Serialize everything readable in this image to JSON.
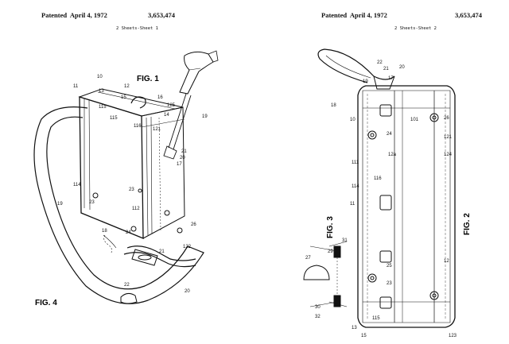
{
  "sheet1": {
    "patented": "Patented",
    "date": "April 4, 1972",
    "patent_number": "3,653,474",
    "sheet_label": "2 Sheets-Sheet 1",
    "fig1": "FIG. 1",
    "fig4": "FIG. 4",
    "labels": {
      "l10": "10",
      "l11": "11",
      "l12": "12",
      "l13": "13",
      "l15": "15",
      "l16": "16",
      "l115": "115",
      "l125": "125",
      "l14": "14",
      "l19a": "19",
      "l116": "116",
      "l121": "121",
      "l20a": "20",
      "l17": "17",
      "l114": "114",
      "l23a": "23",
      "l23b": "23",
      "l19b": "19",
      "l112": "112",
      "l18": "18",
      "l24": "24",
      "l26": "26",
      "l122": "122",
      "l21": "21",
      "l22": "22",
      "l20b": "20"
    }
  },
  "sheet2": {
    "patented": "Patented",
    "date": "April 4, 1972",
    "patent_number": "3,653,474",
    "sheet_label": "2 Sheets-Sheet 2",
    "fig2": "FIG. 2",
    "fig3": "FIG. 3",
    "labels": {
      "l22": "22",
      "l21": "21",
      "l17": "17",
      "l20": "20",
      "l19": "19",
      "l18": "18",
      "l10a": "10",
      "l101": "101",
      "l26": "26",
      "l24": "24",
      "l121": "121",
      "l12a": "12a",
      "l111": "111",
      "l124": "124",
      "l116": "116",
      "l114": "114",
      "l11": "11",
      "l12": "12",
      "l25": "25",
      "l23": "23",
      "l27": "27",
      "l29": "29",
      "l30": "30",
      "l32": "32",
      "l31": "31",
      "l13": "13",
      "l15": "15",
      "l123": "123",
      "l115": "115"
    }
  }
}
